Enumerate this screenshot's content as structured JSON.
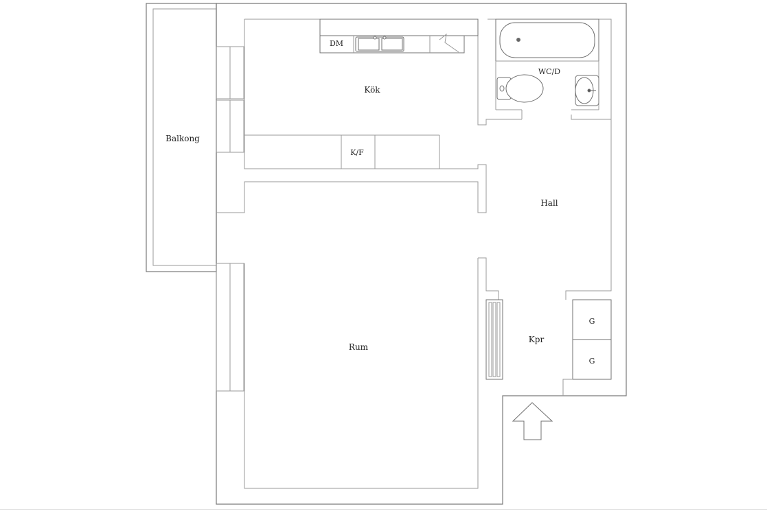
{
  "rooms": {
    "kok": "Kök",
    "balkong": "Balkong",
    "rum": "Rum",
    "hall": "Hall",
    "wc": "WC/D",
    "kpr": "Kpr"
  },
  "fixtures": {
    "dishwasher": "DM",
    "fridge": "K/F",
    "wardrobe_1": "G",
    "wardrobe_2": "G"
  }
}
